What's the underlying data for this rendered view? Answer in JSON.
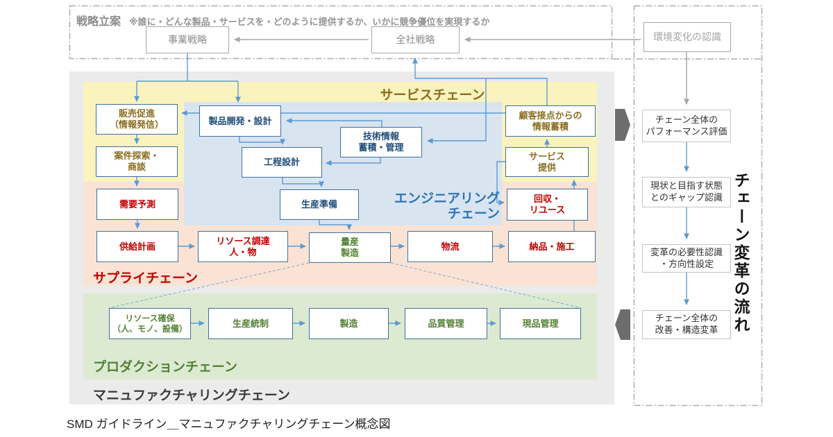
{
  "strategy": {
    "title": "戦略立案",
    "note": "※誰に・どんな製品・サービスを・どのように提供するか、いかに競争優位を実現するか",
    "business": "事業戦略",
    "corporate": "全社戦略",
    "env_change": "環境変化の認識"
  },
  "chains": {
    "service": {
      "title": "サービスチェーン",
      "sales_promo": "販売促進\n（情報発信）",
      "deal_search": "案件探索・\n商談",
      "customer_info": "顧客接点からの\n情報蓄積",
      "service_delivery": "サービス\n提供"
    },
    "engineering": {
      "title": "エンジニアリング\nチェーン",
      "product_dev": "製品開発・設計",
      "tech_info": "技術情報\n蓄積・管理",
      "process_design": "工程設計",
      "production_prep": "生産準備"
    },
    "supply": {
      "title": "サプライチェーン",
      "demand_forecast": "需要予測",
      "supply_plan": "供給計画",
      "resource_procurement": "リソース調達\n人・物",
      "mass_production": "量産\n製造",
      "logistics": "物流",
      "delivery": "納品・施工",
      "collection_reuse": "回収・\nリユース"
    },
    "production": {
      "title": "プロダクションチェーン",
      "resource_securing": "リソース確保\n（人、モノ、設備）",
      "production_control": "生産統制",
      "manufacturing": "製造",
      "quality_control": "品質管理",
      "goods_control": "現品管理"
    },
    "manufacturing_chain_label": "マニュファクチャリングチェーン"
  },
  "transformation": {
    "title": "チェーン変革の流れ",
    "steps": [
      "チェーン全体の\nパフォーマンス評価",
      "現状と目指す状態\nとのギャップ認識",
      "変革の必要性認識\n・方向性設定",
      "チェーン全体の\n改善・構造変革"
    ]
  },
  "caption": "SMD ガイドライン＿マニュファクチャリングチェーン概念図",
  "colors": {
    "canvas_bg": "#ebebeb",
    "service_bg": "#faf3be",
    "engineering_bg": "#d9e4f1",
    "supply_bg": "#fae3d4",
    "production_bg": "#dcead2",
    "box_border": "#3f6e9e",
    "arrow_blue": "#5b9bd5",
    "gray_line": "#a6a6a6",
    "dash_border": "#ababab",
    "dark_arrow": "#6d6d6d",
    "gold": "#8a6d1f",
    "navy": "#1f4e79",
    "red": "#c00000",
    "green": "#538135",
    "eng_label": "#2e74b5",
    "gray_text": "#8c8c8c",
    "light_gray_text": "#a3a3a3"
  }
}
